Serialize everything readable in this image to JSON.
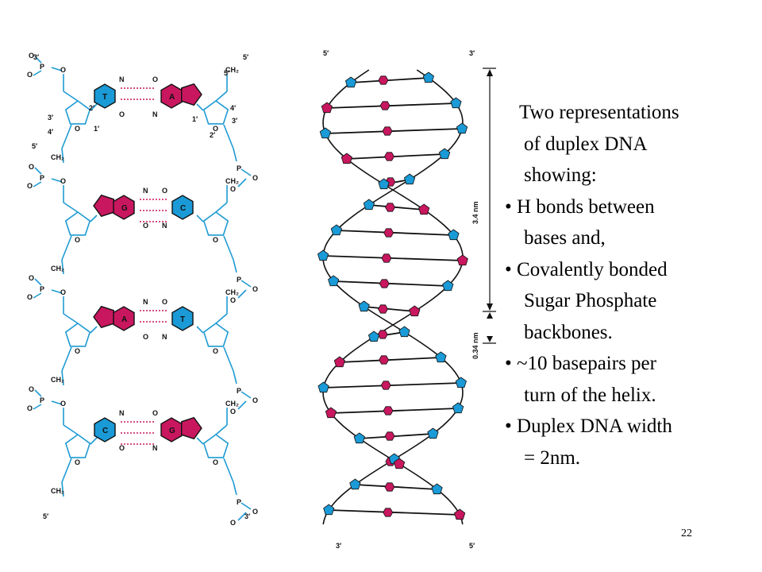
{
  "text_panel": {
    "intro": [
      "Two representations",
      "of duplex DNA",
      "showing:"
    ],
    "bullets": [
      {
        "lines": [
          "H bonds between",
          "bases and,"
        ]
      },
      {
        "lines": [
          "Covalently bonded",
          "Sugar Phosphate",
          "backbones."
        ]
      },
      {
        "lines": [
          "~10 basepairs per",
          "turn of the helix."
        ]
      },
      {
        "lines": [
          "Duplex DNA width",
          "= 2nm."
        ]
      }
    ]
  },
  "page_number": "22",
  "ladder": {
    "top_left_end": "3′",
    "top_right_end": "5′",
    "bottom_left_end": "5′",
    "bottom_right_end": "3′",
    "pairs": [
      {
        "left_base": "T",
        "right_base": "A"
      },
      {
        "left_base": "G",
        "right_base": "C"
      },
      {
        "left_base": "A",
        "right_base": "T"
      },
      {
        "left_base": "C",
        "right_base": "G"
      }
    ],
    "atoms": {
      "p": "P",
      "o": "O",
      "n": "N",
      "ch2": "CH₂"
    },
    "carbons": {
      "c1": "1′",
      "c2": "2′",
      "c3": "3′",
      "c4": "4′",
      "c5": "5′"
    }
  },
  "helix": {
    "top_left": "5′",
    "top_right": "3′",
    "bottom_left": "3′",
    "bottom_right": "5′",
    "pitch_label": "3.4 nm",
    "rise_label": "0.34 nm"
  },
  "colors": {
    "pyrimidine": "#1a9ad6",
    "purine": "#c8175f",
    "backbone": "#1f9bd3",
    "ink": "#111111"
  }
}
